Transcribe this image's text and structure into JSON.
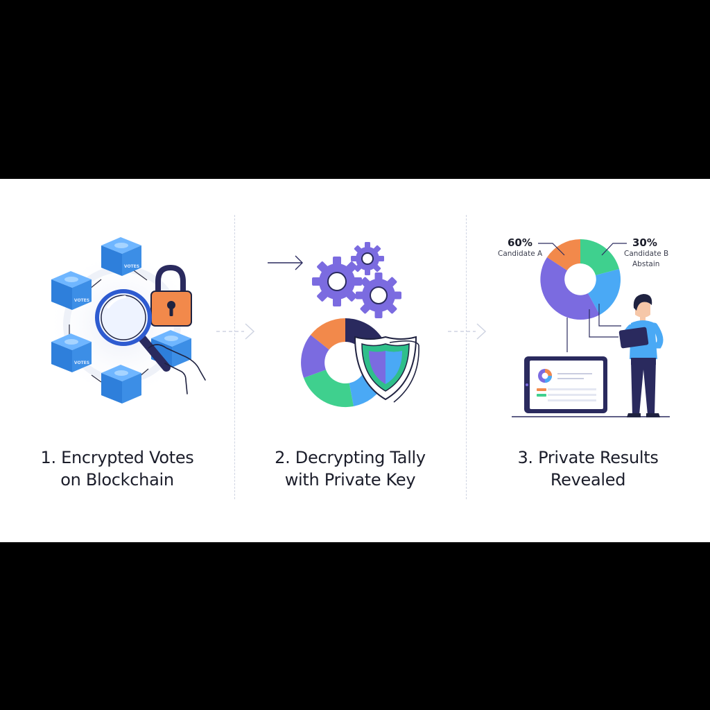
{
  "steps": [
    {
      "number": "1.",
      "title_line1": "Encrypted Votes",
      "title_line2": "on Blockchain",
      "block_labels": [
        "VOTES",
        "VOTES",
        "VOTES"
      ]
    },
    {
      "number": "2.",
      "title_line1": "Decrypting Tally",
      "title_line2": "with Private Key"
    },
    {
      "number": "3.",
      "title_line1": "Private Results",
      "title_line2": "Revealed",
      "results": [
        {
          "percent": "60%",
          "label": "Candidate A"
        },
        {
          "percent": "30%",
          "label": "Candidate B"
        },
        {
          "percent": "",
          "label": "Abstain"
        }
      ]
    }
  ],
  "colors": {
    "block_blue": "#3c8ee6",
    "purple": "#7b6be0",
    "orange": "#f2894b",
    "green": "#3fd08e",
    "light_blue": "#4aa9f5",
    "navy": "#2a2a5e",
    "outline": "#1f2240"
  }
}
